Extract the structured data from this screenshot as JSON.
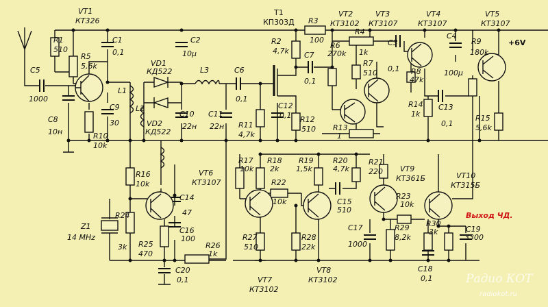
{
  "labels": {
    "vt1_ref": "VT1",
    "vt1_type": "КТ326",
    "r1_ref": "R1",
    "r1_val": "510",
    "r5_ref": "R5",
    "r5_val": "5,6k",
    "c1_ref": "C1",
    "c1_val": "0,1",
    "c2_ref": "C2",
    "c2_val": "10μ",
    "c5_ref": "C5",
    "c5_val": "1000",
    "c8_ref": "C8",
    "c8_val": "10н",
    "l1_ref": "L1",
    "c9_ref": "C9",
    "c9_val": "30",
    "r10_ref": "R10",
    "r10_val": "10k",
    "vd1_ref": "VD1",
    "vd1_type": "КД522",
    "vd2_ref": "VD2",
    "vd2_type": "КД522",
    "l2_ref": "L2",
    "l3_ref": "L3",
    "c10_ref": "C10",
    "c10_val": "22н",
    "c11_ref": "C11",
    "c11_val": "22н",
    "c6_ref": "C6",
    "c6_val": "0,1",
    "t1_ref": "T1",
    "t1_type": "КП303Д",
    "r2_ref": "R2",
    "r2_val": "4,7k",
    "r3_ref": "R3",
    "r3_val": "100",
    "c7_ref": "C7",
    "c7_val": "0,1",
    "r11_ref": "R11",
    "r11_val": "4,7k",
    "c12_ref": "C12",
    "c12_val": "0,1",
    "r12_ref": "R12",
    "r12_val": "510",
    "vt2_ref": "VT2",
    "vt2_type": "КТ3102",
    "vt3_ref": "VT3",
    "vt3_type": "КТ3107",
    "r4_ref": "R4",
    "r4_val": "1k",
    "r6_ref": "R6",
    "r6_val": "270k",
    "r7_ref": "R7",
    "r7_val": "510",
    "r13_ref": "R13",
    "r13_val": "1",
    "c3_ref": "C3",
    "c3_val": "0,1",
    "vt4_ref": "VT4",
    "vt4_type": "КТ3107",
    "r8_ref": "R8",
    "r8_val": "47k",
    "c4_ref": "C4",
    "c4_val": "100μ",
    "r14_ref": "R14",
    "r14_val": "1k",
    "c13_ref": "C13",
    "c13_val": "0,1",
    "vt5_ref": "VT5",
    "vt5_type": "КТ3107",
    "r9_ref": "R9",
    "r9_val": "180k",
    "r15_ref": "R15",
    "r15_val": "5,6k",
    "vcc": "+6V",
    "r16_ref": "R16",
    "r16_val": "10k",
    "vt6_ref": "VT6",
    "vt6_type": "КТ3107",
    "c14_ref": "C14",
    "c14_val": "47",
    "c16_ref": "C16",
    "c16_val": "100",
    "z1_ref": "Z1",
    "z1_val": "14 MHz",
    "r24_ref": "R24",
    "r24_val": "3k",
    "r25_ref": "R25",
    "r25_val": "470",
    "r26_ref": "R26",
    "r26_val": "1k",
    "c20_ref": "C20",
    "c20_val": "0,1",
    "r17_ref": "R17",
    "r17_val": "10k",
    "r18_ref": "R18",
    "r18_val": "2k",
    "r22_ref": "R22",
    "r22_val": "10k",
    "r19_ref": "R19",
    "r19_val": "1,5k",
    "r20_ref": "R20",
    "r20_val": "4,7k",
    "c15_ref": "C15",
    "c15_val": "510",
    "r21_ref": "R21",
    "r21_val": "220",
    "vt9_ref": "VT9",
    "vt9_type": "КТ361Б",
    "r23_ref": "R23",
    "r23_val": "10k",
    "vt10_ref": "VT10",
    "vt10_type": "КТ315Б",
    "output_label": "Выход ЧД.",
    "r27_ref": "R27",
    "r27_val": "510",
    "r28_ref": "R28",
    "r28_val": "22k",
    "c17_ref": "C17",
    "c17_val": "1000",
    "r29_ref": "R29",
    "r29_val": "8,2k",
    "r30_ref": "R30",
    "r30_val": "3k",
    "c19_ref": "C19",
    "c19_val": "3300",
    "c18_ref": "C18",
    "c18_val": "0,1",
    "vt7_ref": "VT7",
    "vt7_type": "КТ3102",
    "vt8_ref": "VT8",
    "vt8_type": "КТ3102",
    "watermark_title": "Радио КОТ",
    "watermark_url": "radiokot.ru"
  },
  "colors": {
    "background": "#f4f0b4",
    "wire": "#111111",
    "output_text": "#d01818",
    "watermark": "#ffffff"
  }
}
